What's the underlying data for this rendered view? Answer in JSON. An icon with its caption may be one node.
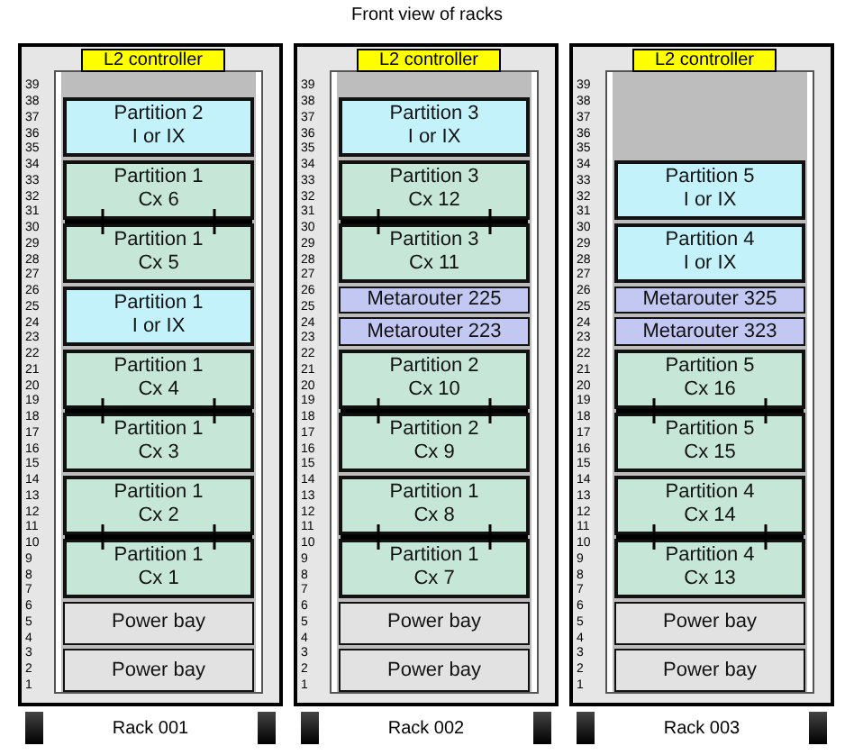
{
  "diagram": {
    "title": "Front view of racks",
    "nodes": [
      {
        "text": [
          "Rack 001"
        ]
      },
      {
        "text": [
          "L2 controller"
        ],
        "in": 0
      },
      {
        "text": [
          "Partition 2",
          "I or IX"
        ],
        "in": 0
      },
      {
        "text": [
          "Partition 1",
          "Cx 6"
        ],
        "in": 0
      },
      {
        "text": [
          "Partition 1",
          "Cx 5"
        ],
        "in": 0
      },
      {
        "text": [
          "Partition 1",
          "I or IX"
        ],
        "in": 0
      },
      {
        "text": [
          "Partition 1",
          "Cx 4"
        ],
        "in": 0
      },
      {
        "text": [
          "Partition 1",
          "Cx 3"
        ],
        "in": 0
      },
      {
        "text": [
          "Partition 1",
          "Cx 2"
        ],
        "in": 0
      },
      {
        "text": [
          "Partition 1",
          "Cx 1"
        ],
        "in": 0
      },
      {
        "text": [
          "Power bay"
        ],
        "in": 0
      },
      {
        "text": [
          "Power bay"
        ],
        "in": 0
      },
      {
        "text": [
          "Rack 002"
        ]
      },
      {
        "text": [
          "L2 controller"
        ],
        "in": 12
      },
      {
        "text": [
          "Partition 3",
          "I or IX"
        ],
        "in": 12
      },
      {
        "text": [
          "Partition 3",
          "Cx 12"
        ],
        "in": 12
      },
      {
        "text": [
          "Partition 3",
          "Cx 11"
        ],
        "in": 12
      },
      {
        "text": [
          "Metarouter 225"
        ],
        "in": 12
      },
      {
        "text": [
          "Metarouter 223"
        ],
        "in": 12
      },
      {
        "text": [
          "Partition 2",
          "Cx 10"
        ],
        "in": 12
      },
      {
        "text": [
          "Partition 2",
          "Cx 9"
        ],
        "in": 12
      },
      {
        "text": [
          "Partition 1",
          "Cx 8"
        ],
        "in": 12
      },
      {
        "text": [
          "Partition 1",
          "Cx 7"
        ],
        "in": 12
      },
      {
        "text": [
          "Power bay"
        ],
        "in": 12
      },
      {
        "text": [
          "Power bay"
        ],
        "in": 12
      },
      {
        "text": [
          "Rack 003"
        ]
      },
      {
        "text": [
          "L2 controller"
        ],
        "in": 25
      },
      {
        "text": [
          "Partition 5",
          "I or IX"
        ],
        "in": 25
      },
      {
        "text": [
          "Partition 4",
          "I or IX"
        ],
        "in": 25
      },
      {
        "text": [
          "Metarouter 325"
        ],
        "in": 25
      },
      {
        "text": [
          "Metarouter 323"
        ],
        "in": 25
      },
      {
        "text": [
          "Partition 5",
          "Cx 16"
        ],
        "in": 25
      },
      {
        "text": [
          "Partition 5",
          "Cx 15"
        ],
        "in": 25
      },
      {
        "text": [
          "Partition 4",
          "Cx 14"
        ],
        "in": 25
      },
      {
        "text": [
          "Partition 4",
          "Cx 13"
        ],
        "in": 25
      },
      {
        "text": [
          "Power bay"
        ],
        "in": 25
      },
      {
        "text": [
          "Power bay"
        ],
        "in": 25
      }
    ],
    "labels": [
      "39",
      "38",
      "37",
      "36",
      "35",
      "34",
      "33",
      "32",
      "31",
      "30",
      "29",
      "28",
      "27",
      "26",
      "25",
      "24",
      "23",
      "22",
      "21",
      "20",
      "19",
      "18",
      "17",
      "16",
      "15",
      "14",
      "13",
      "12",
      "11",
      "10",
      "9",
      "8",
      "7",
      "6",
      "5",
      "4",
      "3",
      "2",
      "1",
      "39",
      "38",
      "37",
      "36",
      "35",
      "34",
      "33",
      "32",
      "31",
      "30",
      "29",
      "28",
      "27",
      "26",
      "25",
      "24",
      "23",
      "22",
      "21",
      "20",
      "19",
      "18",
      "17",
      "16",
      "15",
      "14",
      "13",
      "12",
      "11",
      "10",
      "9",
      "8",
      "7",
      "6",
      "5",
      "4",
      "3",
      "2",
      "1",
      "39",
      "38",
      "37",
      "36",
      "35",
      "34",
      "33",
      "32",
      "31",
      "30",
      "29",
      "28",
      "27",
      "26",
      "25",
      "24",
      "23",
      "22",
      "21",
      "20",
      "19",
      "18",
      "17",
      "16",
      "15",
      "14",
      "13",
      "12",
      "11",
      "10",
      "9",
      "8",
      "7",
      "6",
      "5",
      "4",
      "3",
      "2",
      "1"
    ]
  }
}
